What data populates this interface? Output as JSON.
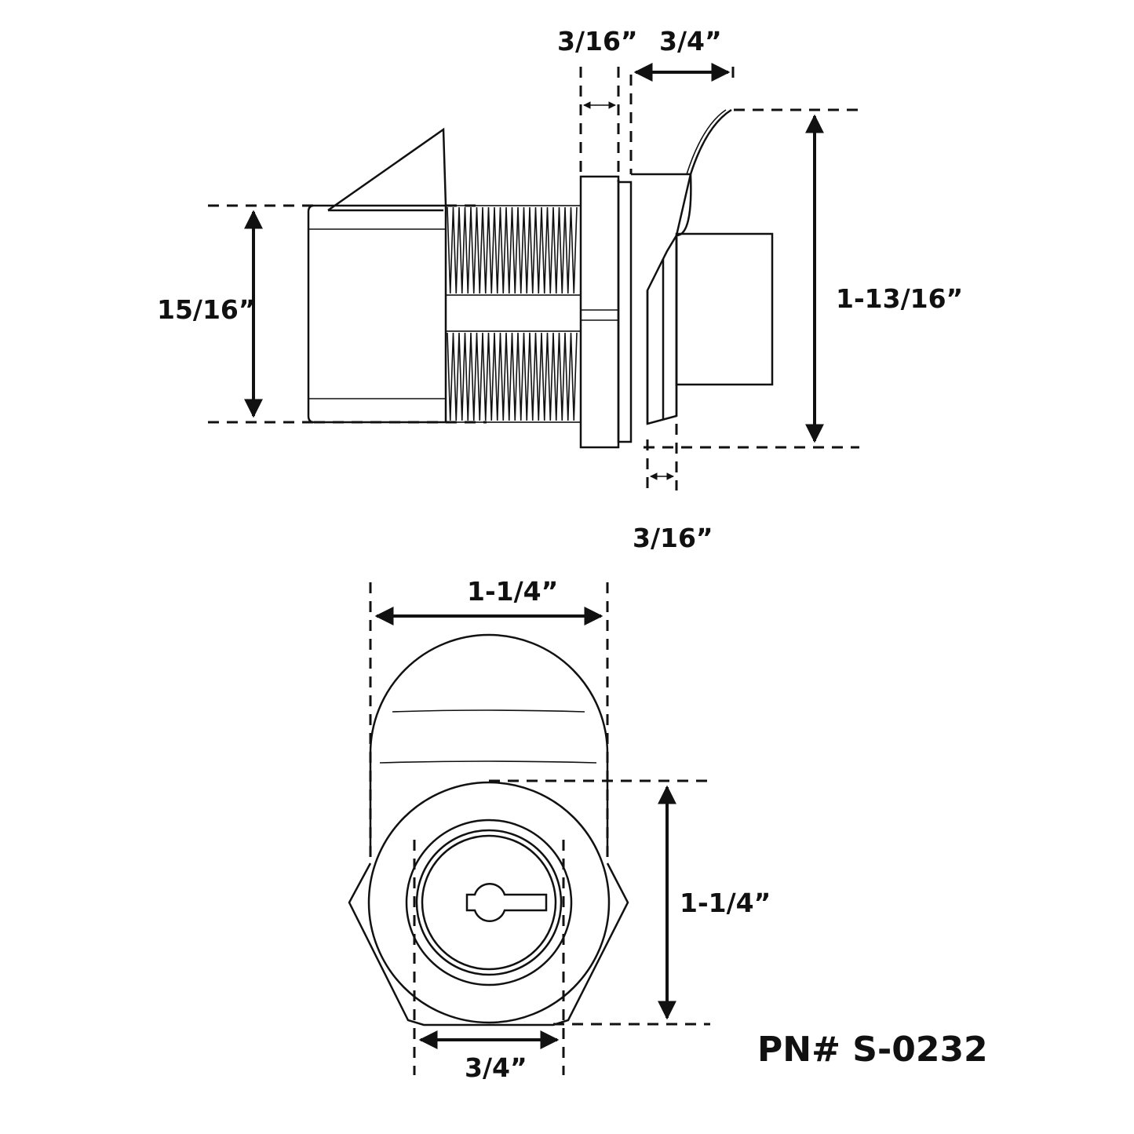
{
  "side_view": {
    "dims": {
      "flange_thickness": "3/16”",
      "cam_offset": "3/4”",
      "body_diameter": "15/16”",
      "overall_height": "1-13/16”",
      "face_depth": "3/16”"
    }
  },
  "front_view": {
    "dims": {
      "overall_width": "1-1/4”",
      "face_height": "1-1/4”",
      "plug_width": "3/4”"
    }
  },
  "part_number": "PN# S-0232",
  "colors": {
    "ink": "#111111",
    "background": "#ffffff"
  }
}
